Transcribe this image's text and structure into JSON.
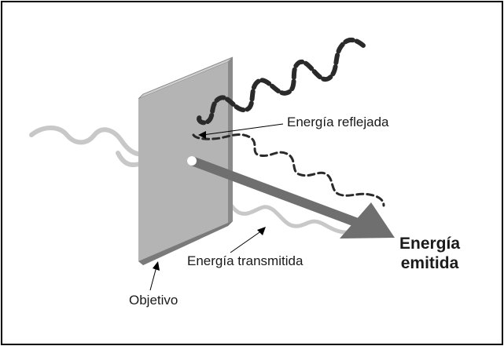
{
  "diagram": {
    "labels": {
      "reflected_energy": "Energía reflejada",
      "transmitted_energy": "Energía transmitida",
      "target": "Objetivo",
      "emitted_energy_line1": "Energía",
      "emitted_energy_line2": "emitida"
    },
    "colors": {
      "border": "#000000",
      "panel_front": "#b4b4b4",
      "panel_side": "#8a8a8a",
      "panel_top": "#d0d0d0",
      "incoming_wave": "#c8c8c8",
      "reflected_wave_incoming": "#2a2a2a",
      "reflected_wave_outgoing": "#2a2a2a",
      "emitted_arrow": "#6f6f6f",
      "text": "#1a1a1a"
    }
  }
}
